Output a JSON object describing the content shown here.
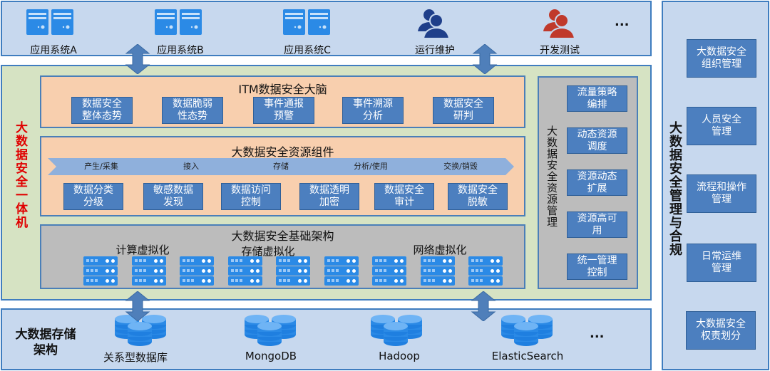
{
  "top": {
    "items": [
      {
        "label": "应用系统A",
        "icon": "app-server-icon"
      },
      {
        "label": "应用系统B",
        "icon": "app-server-icon"
      },
      {
        "label": "应用系统C",
        "icon": "app-server-icon"
      },
      {
        "label": "运行维护",
        "icon": "users-icon",
        "color": "#1f3f8a"
      },
      {
        "label": "开发测试",
        "icon": "users-icon",
        "color": "#c0392b"
      }
    ],
    "more": "..."
  },
  "appliance": {
    "title": "大数据安全一体机",
    "title_color": "#e00000",
    "brain": {
      "title": "ITM数据安全大脑",
      "boxes": [
        "数据安全\n整体态势",
        "数据脆弱\n性态势",
        "事件通报\n预警",
        "事件溯源\n分析",
        "数据安全\n研判"
      ]
    },
    "components": {
      "title": "大数据安全资源组件",
      "stages": [
        "产生/采集",
        "接入",
        "存储",
        "分析/使用",
        "交换/销毁"
      ],
      "boxes": [
        "数据分类\n分级",
        "敏感数据\n发现",
        "数据访问\n控制",
        "数据透明\n加密",
        "数据安全\n审计",
        "数据安全\n脱敏"
      ]
    },
    "infrastructure": {
      "title": "大数据安全基础架构",
      "labels": [
        "计算虚拟化",
        "存储虚拟化",
        "网络虚拟化"
      ],
      "server_count": 9
    },
    "resource_mgmt": {
      "title": "大数据安全资源管理",
      "boxes": [
        "流量策略\n编排",
        "动态资源\n调度",
        "资源动态\n扩展",
        "资源高可\n用",
        "统一管理\n控制"
      ]
    }
  },
  "storage": {
    "title": "大数据存储\n架构",
    "items": [
      {
        "label": "关系型数据库",
        "icon": "database-icon"
      },
      {
        "label": "MongoDB",
        "icon": "database-icon"
      },
      {
        "label": "Hadoop",
        "icon": "database-icon"
      },
      {
        "label": "ElasticSearch",
        "icon": "database-icon"
      }
    ],
    "more": "..."
  },
  "compliance": {
    "title": "大数据安全管理与合规",
    "boxes": [
      "大数据安全\n组织管理",
      "人员安全\n管理",
      "流程和操作\n管理",
      "日常运维\n管理",
      "大数据安全\n权责划分"
    ]
  },
  "colors": {
    "accent_blue": "#4c7fbf",
    "panel_blue": "#c7d8ee",
    "panel_green": "#d6e3c3",
    "panel_peach": "#f8cfae",
    "panel_gray": "#bcbcbc",
    "icon_blue": "#2b8ae6"
  }
}
